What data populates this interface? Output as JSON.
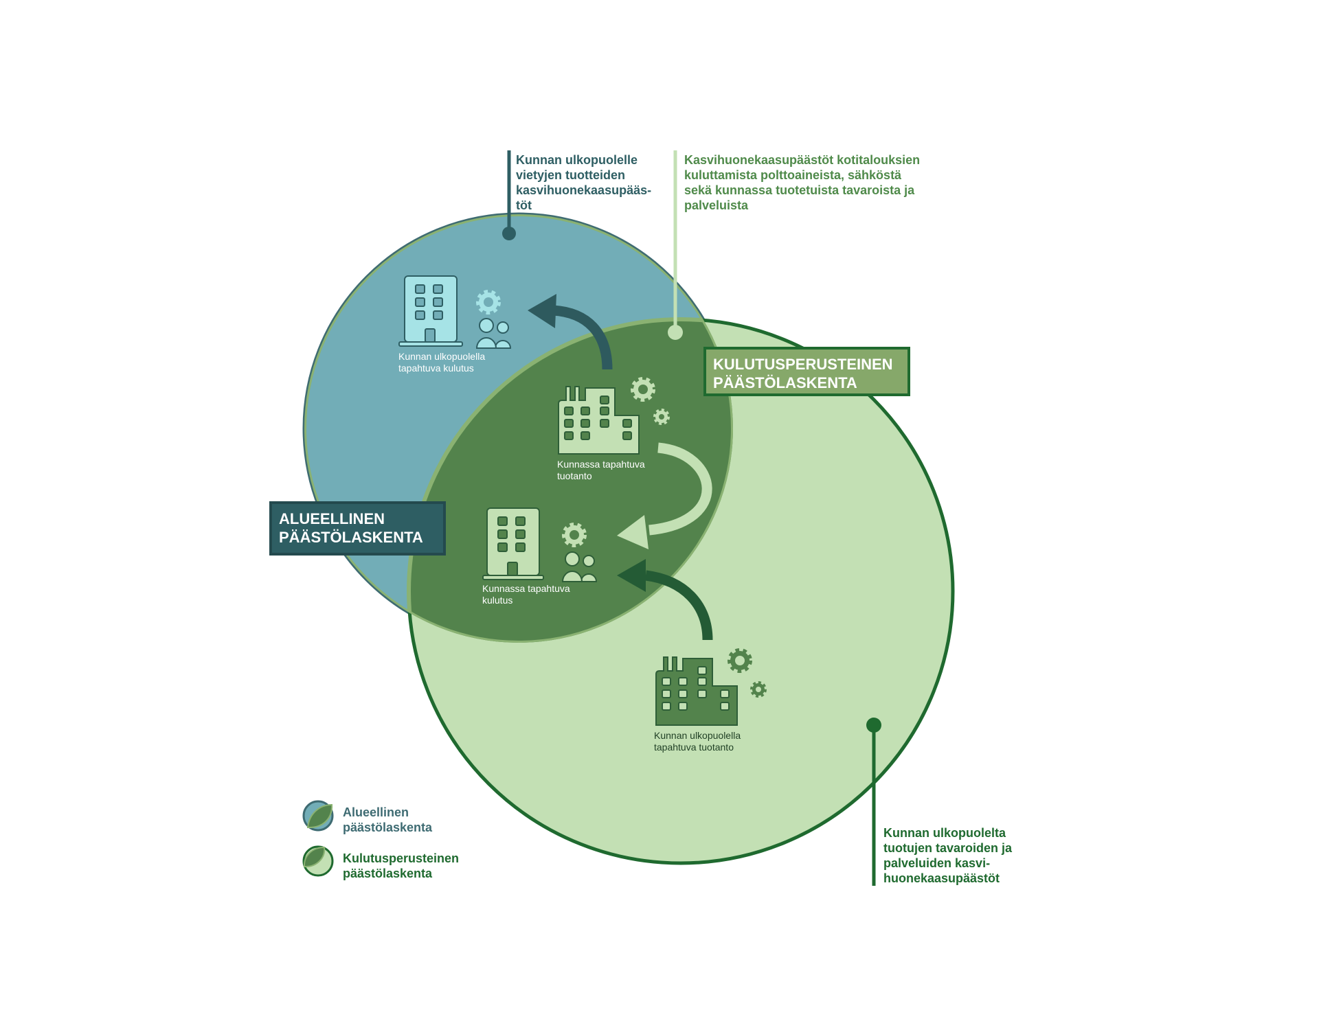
{
  "annotations": {
    "exported": "Kunnan ulkopuolelle\nvietyjen tuotteiden\nkasvihuonekaasupääs-\ntöt",
    "households": "Kasvihuonekaasupäästöt kotitalouksien\nkuluttamista polttoaineista, sähköstä\nsekä kunnassa tuotetuista tavaroista ja\npalveluista",
    "imported": "Kunnan ulkopuolelta\ntuotujen tavaroiden ja\npalveluiden kasvi-\nhuonekaasupäästöt"
  },
  "boxes": {
    "consumption_based": "KULUTUSPERUSTEINEN\nPÄÄSTÖLASKENTA",
    "territorial": "ALUEELLINEN\nPÄÄSTÖLASKENTA"
  },
  "nodes": {
    "outside_consumption": "Kunnan ulkopuolella\ntapahtuva kulutus",
    "local_production": "Kunnassa tapahtuva\ntuotanto",
    "local_consumption": "Kunnassa tapahtuva\nkulutus",
    "outside_production": "Kunnan ulkopuolella\ntapahtuva tuotanto"
  },
  "legend": [
    {
      "label": "Alueellinen\npäästölaskenta",
      "color": "#72adb7"
    },
    {
      "label": "Kulutusperusteinen\npäästölaskenta",
      "color": "#c3e0b4"
    }
  ],
  "colors": {
    "territorial": "#72adb7",
    "territorial_dark": "#2e5e63",
    "consumption": "#c3e0b4",
    "consumption_dark": "#1f6a2f",
    "overlap": "#53834c"
  }
}
